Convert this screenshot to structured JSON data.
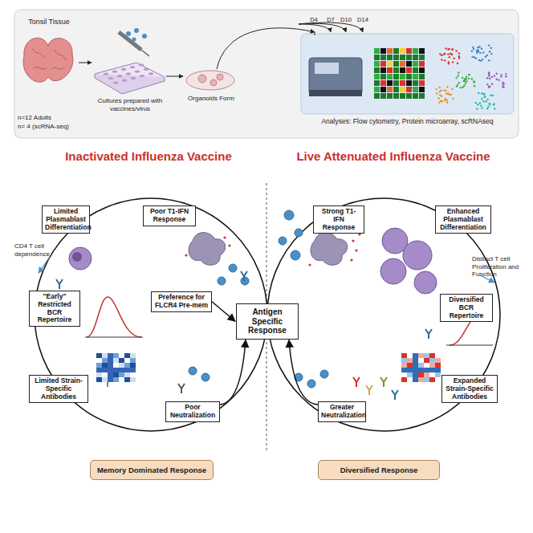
{
  "diagram": {
    "nodes": [
      {
        "text": [
          "Analyses: Flow cytometry, Protein microarray, scRNAseq"
        ]
      },
      {
        "text": [
          "Limited Plasmablast Differentiation"
        ]
      },
      {
        "text": [
          "Poor T1-IFN Response"
        ]
      },
      {
        "text": [
          "\"Early\" Restricted BCR Repertoire"
        ]
      },
      {
        "text": [
          "Preference for FLCR4 Pre-mem"
        ]
      },
      {
        "text": [
          "Antigen Specific Response"
        ]
      },
      {
        "text": [
          "Limited Strain-Specific Antibodies"
        ]
      },
      {
        "text": [
          "Poor Neutralization"
        ]
      },
      {
        "text": [
          "Strong T1-IFN Response"
        ]
      },
      {
        "text": [
          "Enhanced Plasmablast Differentiation"
        ]
      },
      {
        "text": [
          "Diversified BCR Repertoire"
        ]
      },
      {
        "text": [
          "Expanded Strain-Specific Antibodies"
        ]
      },
      {
        "text": [
          "Greater Neutralization"
        ]
      },
      {
        "text": [
          "Memory Dominated Response"
        ]
      },
      {
        "text": [
          "Diversified Response"
        ]
      }
    ],
    "edges": [
      {
        "from": 4,
        "to": 5,
        "arrow": "to"
      },
      {
        "from": 7,
        "to": 5,
        "arrow": "to"
      },
      {
        "from": 12,
        "to": 5,
        "arrow": "to"
      }
    ],
    "labels": [
      "Tonsil Tissue",
      "n=12 Adults",
      "n= 4 (scRNA-seq)",
      "Cultures prepared with vaccines/virus",
      "Organoids Form",
      "D4",
      "D7",
      "D10",
      "D14",
      "Inactivated Influenza Vaccine",
      "Live Attenuated Influenza Vaccine",
      "CD4 T cell dependence",
      "Distinct T cell Proliferation and Function"
    ]
  }
}
